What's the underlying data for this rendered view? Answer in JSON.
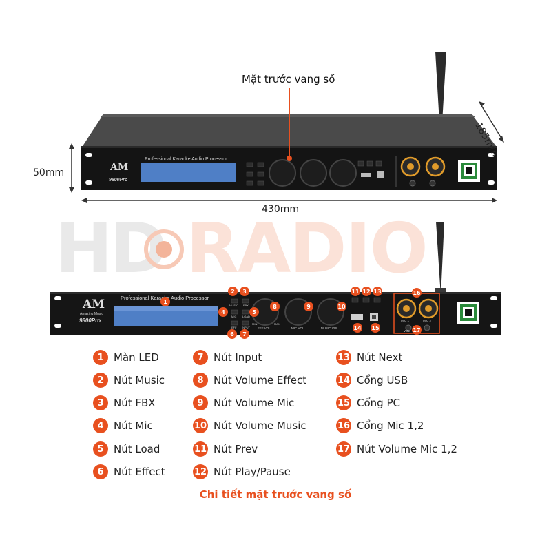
{
  "top_view": {
    "callout": "Mặt trước vang số",
    "height_label": "50mm",
    "depth_label": "185mm",
    "width_label": "430mm"
  },
  "device": {
    "logo": "AM",
    "logo_subtitle": "Amazing Music",
    "model": "9800Pro",
    "panel_title": "Professional Karaoke Audio Processor",
    "button_labels": [
      "MUSIC",
      "FBX",
      "MIC",
      "LOAD",
      "EFF",
      "INPUT"
    ],
    "knob_labels": [
      "EFF VOL",
      "MIC VOL",
      "MUSIC VOL"
    ],
    "knob_min": "MIN",
    "knob_max": "MAX",
    "mic_labels": [
      "MIC 1",
      "MIC 2"
    ],
    "vol_label": "VOL"
  },
  "watermark": {
    "letters": "HD",
    "rest": "RADIO"
  },
  "legend": [
    {
      "num": "1",
      "label": "Màn LED"
    },
    {
      "num": "2",
      "label": "Nút Music"
    },
    {
      "num": "3",
      "label": "Nút FBX"
    },
    {
      "num": "4",
      "label": "Nút Mic"
    },
    {
      "num": "5",
      "label": "Nút Load"
    },
    {
      "num": "6",
      "label": "Nút Effect"
    },
    {
      "num": "7",
      "label": "Nút Input"
    },
    {
      "num": "8",
      "label": "Nút Volume Effect"
    },
    {
      "num": "9",
      "label": "Nút Volume Mic"
    },
    {
      "num": "10",
      "label": "Nút Volume Music"
    },
    {
      "num": "11",
      "label": "Nút Prev"
    },
    {
      "num": "12",
      "label": "Nút Play/Pause"
    },
    {
      "num": "13",
      "label": "Nút Next"
    },
    {
      "num": "14",
      "label": "Cổng USB"
    },
    {
      "num": "15",
      "label": "Cổng PC"
    },
    {
      "num": "16",
      "label": "Cổng Mic 1,2"
    },
    {
      "num": "17",
      "label": "Nút Volume Mic 1,2"
    }
  ],
  "caption": "Chi tiết mặt trước vang số",
  "colors": {
    "accent": "#e8501f",
    "panel": "#1a1a1a",
    "lcd": "#3b6fb8"
  }
}
